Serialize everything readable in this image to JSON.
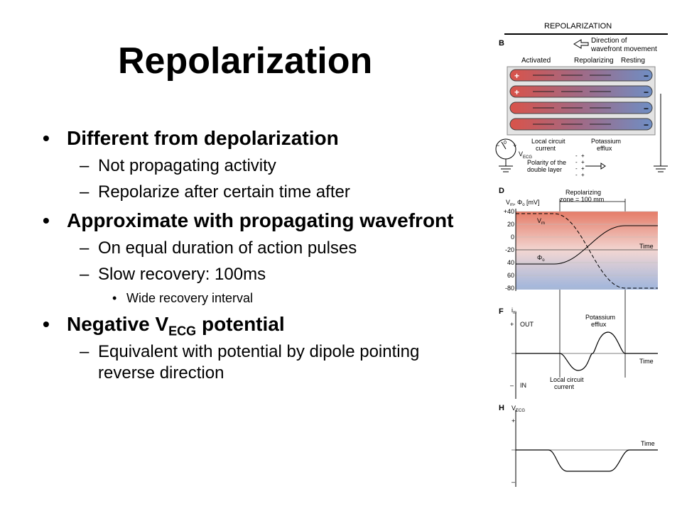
{
  "slide": {
    "title": "Repolarization",
    "bullets": [
      {
        "text": "Different from depolarization"
      },
      {
        "text": "Not propagating activity"
      },
      {
        "text": "Repolarize after certain time after"
      },
      {
        "text": "Approximate with propagating wavefront"
      },
      {
        "text": "On equal duration of action pulses"
      },
      {
        "text": "Slow recovery: 100ms"
      },
      {
        "text": "Wide recovery interval"
      },
      {
        "text_pre": "Negative V",
        "sub": "ECG",
        "text_post": " potential"
      },
      {
        "text": "Equivalent with potential by dipole pointing reverse direction"
      }
    ]
  },
  "figure": {
    "header": "REPOLARIZATION",
    "panel_b": {
      "letter": "B",
      "direction_label_1": "Direction of",
      "direction_label_2": "wavefront movement",
      "activated": "Activated",
      "repolarizing": "Repolarizing",
      "resting": "Resting",
      "local_circuit_1": "Local circuit",
      "local_circuit_2": "current",
      "potassium_1": "Potassium",
      "potassium_2": "efflux",
      "meter_zero": "0",
      "meter_minus": "−",
      "meter_plus": "+",
      "v_letter": "V",
      "v_sub": "ECG",
      "polarity_1": "Polarity of the",
      "polarity_2": "double layer"
    },
    "panel_d": {
      "letter": "D",
      "axis_label": "V",
      "axis_sub_m": "m",
      "axis_sep": ", Φ",
      "axis_sub_o": "o",
      "axis_unit": " [mV]",
      "zone_1": "Repolarizing",
      "zone_2": "zone = 100 mm",
      "ticks": [
        "+40",
        "20",
        "0",
        "-20",
        "40",
        "60",
        "-80"
      ],
      "vm_letter": "V",
      "vm_sub": "m",
      "phi_letter": "Φ",
      "phi_sub": "o",
      "time": "Time"
    },
    "panel_f": {
      "letter": "F",
      "i_letter": "i",
      "i_sub": "m",
      "plus": "+",
      "out": "OUT",
      "minus": "–",
      "in": "IN",
      "potassium_1": "Potassium",
      "potassium_2": "efflux",
      "local_1": "Local circuit",
      "local_2": "current",
      "time": "Time"
    },
    "panel_h": {
      "letter": "H",
      "v_letter": "V",
      "v_sub": "ECG",
      "plus": "+",
      "minus": "–",
      "time": "Time"
    },
    "colors": {
      "activated_red": "#d9534a",
      "resting_blue": "#6f8ec4",
      "grid_gray": "#bdbdbd"
    }
  }
}
